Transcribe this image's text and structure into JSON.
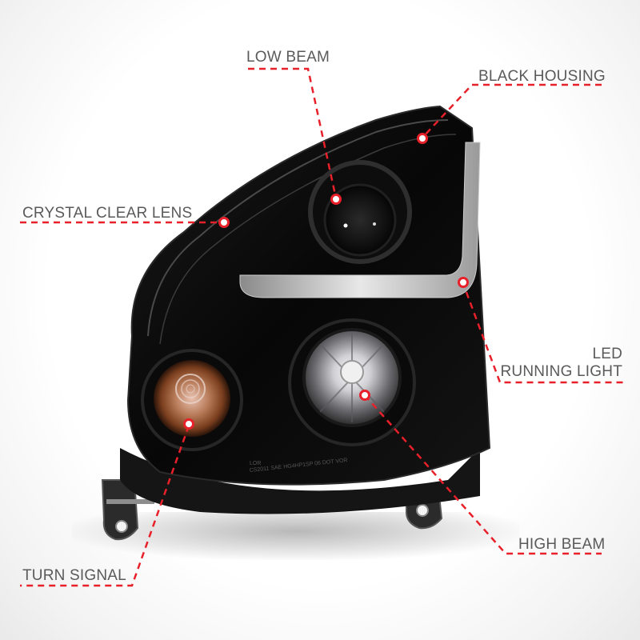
{
  "product": {
    "description": "Black housing projector headlight with LED running light bar",
    "accent_color": "#e8202a",
    "label_color": "#5a5a5a"
  },
  "callouts": [
    {
      "id": "low-beam",
      "label": "LOW BEAM"
    },
    {
      "id": "black-housing",
      "label": "BLACK HOUSING"
    },
    {
      "id": "crystal-clear-lens",
      "label": "CRYSTAL CLEAR LENS"
    },
    {
      "id": "led-running-light",
      "label_line1": "LED",
      "label_line2": "RUNNING LIGHT"
    },
    {
      "id": "high-beam",
      "label": "HIGH BEAM"
    },
    {
      "id": "turn-signal",
      "label": "TURN SIGNAL"
    }
  ],
  "housing_text": {
    "line1": "LOR",
    "line2": "CS2011 SAE HG4HP1SP 06 DOT VOR"
  }
}
